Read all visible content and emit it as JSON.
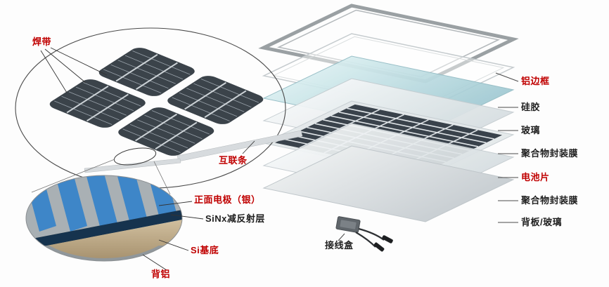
{
  "labels": {
    "solder_ribbon": "焊带",
    "interconnect_strip": "互联条",
    "front_electrode": "正面电极（银）",
    "sinx_ar_layer": "SiNx减反射层",
    "si_substrate": "Si基底",
    "back_aluminum": "背铝",
    "junction_box": "接线盒",
    "aluminum_frame": "铝边框",
    "silicone": "硅胶",
    "glass": "玻璃",
    "encap_film_top": "聚合物封装膜",
    "cells": "电池片",
    "encap_film_bottom": "聚合物封装膜",
    "backsheet": "背板/玻璃"
  },
  "colors": {
    "highlight_red": "#c00000",
    "label_black": "#1f1f1f",
    "glass_teal": "#bcdce0",
    "cell_dark": "#39424b",
    "electrode_blue": "#3e86c8",
    "sinx_navy": "#16334e",
    "substrate_tan": "#c2ad8a",
    "frame_gray": "#9aa0a3"
  }
}
